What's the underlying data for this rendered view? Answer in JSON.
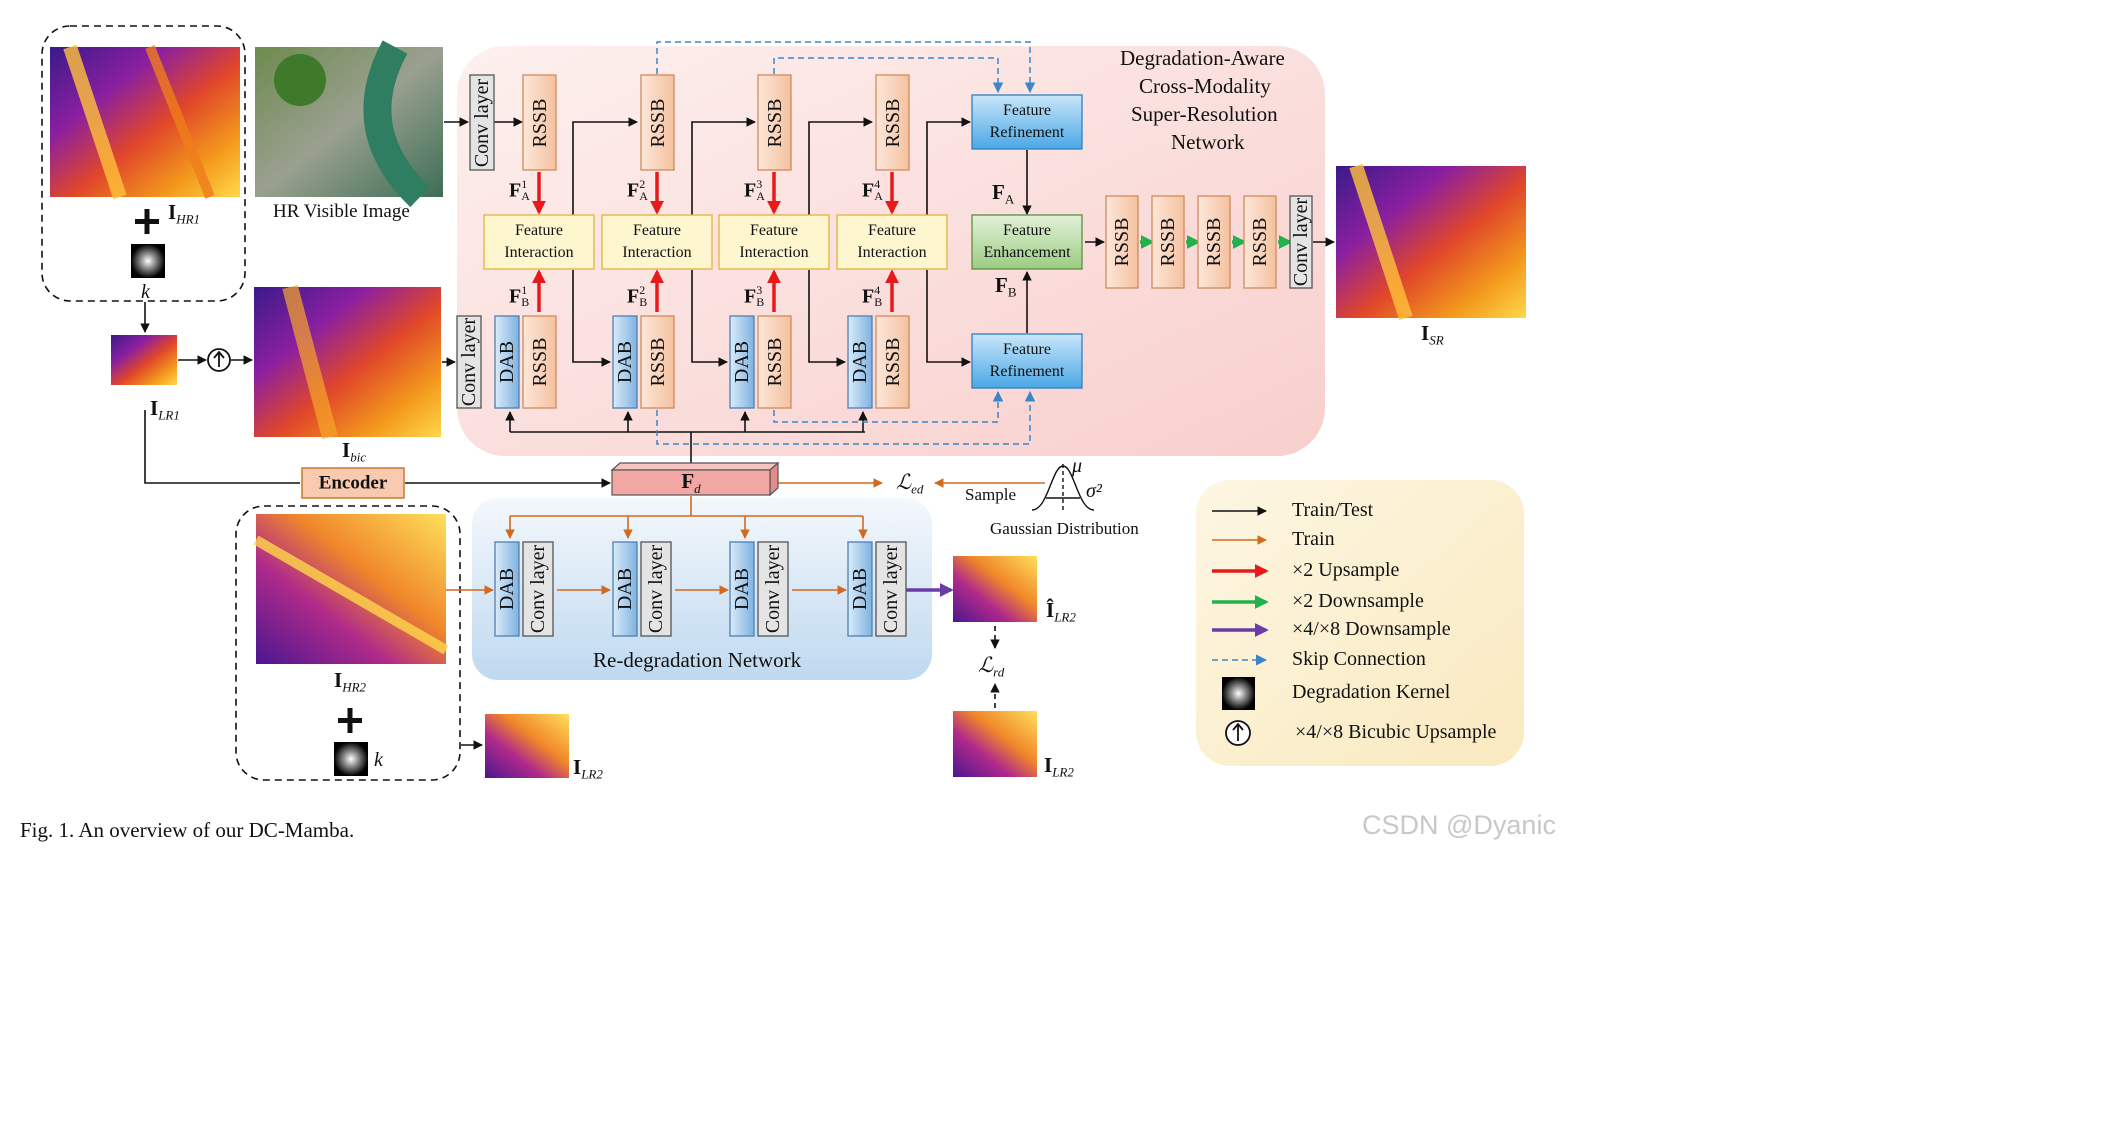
{
  "colors": {
    "train_test": "#111111",
    "train": "#d2691e",
    "upsample_x2": "#e8191b",
    "downsample_x2": "#22b14c",
    "downsample_x48": "#6a3ca8",
    "skip": "#3a86c8",
    "sr_panel": "#fbdedd",
    "redeg_panel": "#cfe2f2",
    "legend_panel": "#fbf1d4",
    "rssb_fill": "#f8d7c4",
    "dab_fill": "#9fc6ea",
    "conv_fill": "#e4e4e4",
    "fi_fill": "#fdf6cf",
    "refine_fill": "#5eb3ea",
    "enh_fill": "#b9dca6",
    "fd_fill": "#f2a7a4",
    "encoder_fill": "#f8cbb1"
  },
  "sr_network_title": [
    "Degradation-Aware",
    "Cross-Modality",
    "Super-Resolution",
    "Network"
  ],
  "redeg_title": "Re-degradation Network",
  "hr_visible_label": "HR Visible Image",
  "labels": {
    "ihr1": "I",
    "ihr1_sub": "HR1",
    "ilr1": "I",
    "ilr1_sub": "LR1",
    "ibic": "I",
    "ibic_sub": "bic",
    "isr": "I",
    "isr_sub": "SR",
    "ihr2": "I",
    "ihr2_sub": "HR2",
    "ilr2": "I",
    "ilr2_sub": "LR2",
    "ilr2hat": "Î",
    "ilr2hat_sub": "LR2",
    "k": "k",
    "fd": "F",
    "fd_sub": "d",
    "fa": "F",
    "fa_sub": "A",
    "fb": "F",
    "fb_sub": "B",
    "led": "ℒ",
    "led_sub": "ed",
    "lrd": "ℒ",
    "lrd_sub": "rd",
    "sample": "Sample",
    "gaussian": "Gaussian Distribution",
    "mu": "μ",
    "sigma": "σ²"
  },
  "blocks": {
    "rssb": "RSSB",
    "dab": "DAB",
    "conv": "Conv layer",
    "encoder": "Encoder",
    "fi_line1": "Feature",
    "fi_line2": "Interaction",
    "fr_line1": "Feature",
    "fr_line2": "Refinement",
    "fe_line1": "Feature",
    "fe_line2": "Enhancement"
  },
  "stage_labels_a": [
    "1",
    "2",
    "3",
    "4"
  ],
  "stage_labels_b": [
    "1",
    "2",
    "3",
    "4"
  ],
  "legend": [
    {
      "label": "Train/Test",
      "kind": "arrow",
      "color_key": "train_test"
    },
    {
      "label": "Train",
      "kind": "arrow",
      "color_key": "train"
    },
    {
      "label": "×2 Upsample",
      "kind": "arrow-thick",
      "color_key": "upsample_x2"
    },
    {
      "label": "×2 Downsample",
      "kind": "arrow-thick",
      "color_key": "downsample_x2"
    },
    {
      "label": "×4/×8 Downsample",
      "kind": "arrow-thick",
      "color_key": "downsample_x48"
    },
    {
      "label": "Skip Connection",
      "kind": "dashed",
      "color_key": "skip"
    },
    {
      "label": "Degradation Kernel",
      "kind": "kernel"
    },
    {
      "label": "×4/×8 Bicubic Upsample",
      "kind": "upcircle"
    }
  ],
  "caption": "Fig. 1.   An overview of our DC-Mamba.",
  "watermark": "CSDN @Dyanic"
}
